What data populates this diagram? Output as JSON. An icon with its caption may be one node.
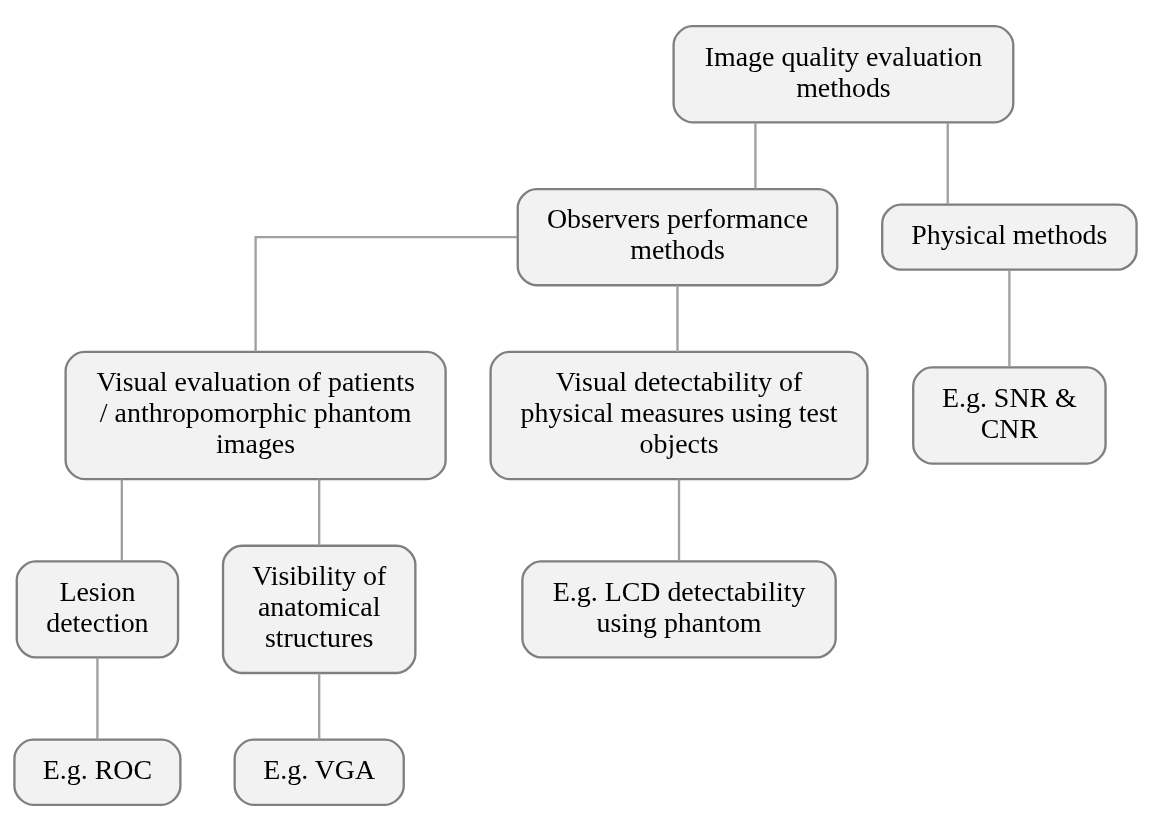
{
  "diagram": {
    "nodes": [
      {
        "text": [
          "Image quality evaluation methods"
        ]
      },
      {
        "text": [
          "Observers performance methods"
        ]
      },
      {
        "text": [
          "Physical methods"
        ]
      },
      {
        "text": [
          "Visual evaluation of patients / anthropomorphic phantom images"
        ]
      },
      {
        "text": [
          "Visual detectability of physical measures using test objects"
        ]
      },
      {
        "text": [
          "Lesion detection"
        ]
      },
      {
        "text": [
          "Visibility of anatomical structures"
        ]
      },
      {
        "text": [
          "E.g. ROC"
        ]
      },
      {
        "text": [
          "E.g. VGA"
        ]
      },
      {
        "text": [
          "E.g. LCD detectability using phantom"
        ]
      },
      {
        "text": [
          "E.g. SNR & CNR"
        ]
      }
    ],
    "edges": [
      {
        "from": 0,
        "to": 1,
        "arrow": "none"
      },
      {
        "from": 0,
        "to": 2,
        "arrow": "none"
      },
      {
        "from": 1,
        "to": 3,
        "arrow": "none"
      },
      {
        "from": 1,
        "to": 4,
        "arrow": "none"
      },
      {
        "from": 3,
        "to": 5,
        "arrow": "none"
      },
      {
        "from": 3,
        "to": 6,
        "arrow": "none"
      },
      {
        "from": 5,
        "to": 7,
        "arrow": "none"
      },
      {
        "from": 6,
        "to": 8,
        "arrow": "none"
      },
      {
        "from": 4,
        "to": 9,
        "arrow": "none"
      },
      {
        "from": 2,
        "to": 10,
        "arrow": "none"
      }
    ]
  }
}
